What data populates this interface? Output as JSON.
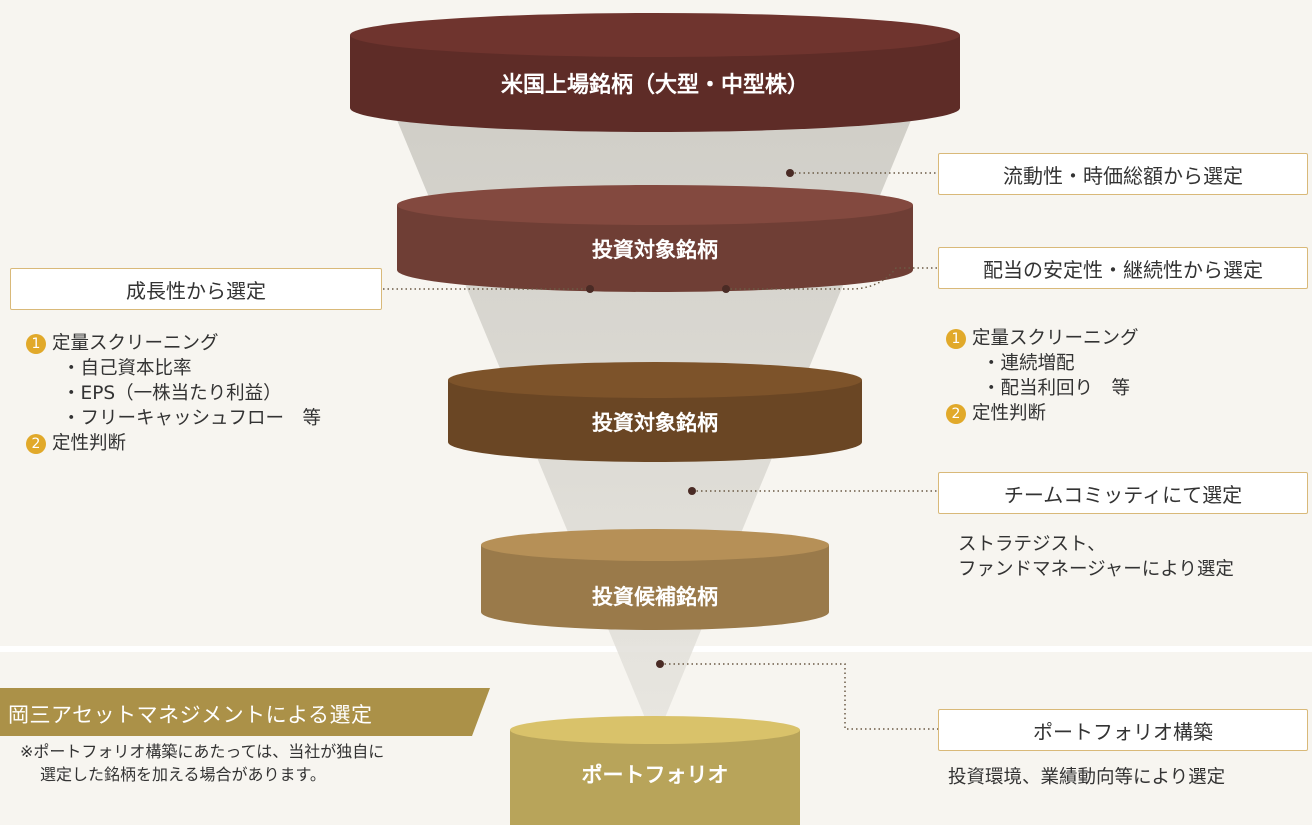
{
  "tiers": [
    {
      "label": "米国上場銘柄（大型・中型株）",
      "color": "#5e2c27"
    },
    {
      "label": "投資対象銘柄",
      "color": "#6f3e35"
    },
    {
      "label": "投資対象銘柄",
      "color": "#6a4624"
    },
    {
      "label": "投資候補銘柄",
      "color": "#9a7a4a"
    },
    {
      "label": "ポートフォリオ",
      "color": "#b8a45a"
    }
  ],
  "criteria": {
    "liquidity": "流動性・時価総額から選定",
    "growth": "成長性から選定",
    "dividend": "配当の安定性・継続性から選定",
    "team": "チームコミッティにて選定",
    "portfolio": "ポートフォリオ構築"
  },
  "growth_details": {
    "item1": "定量スクリーニング",
    "item1_sub": [
      "・自己資本比率",
      "・EPS（一株当たり利益）",
      "・フリーキャッシュフロー　等"
    ],
    "item2": "定性判断"
  },
  "dividend_details": {
    "item1": "定量スクリーニング",
    "item1_sub": [
      "・連続増配",
      "・配当利回り　等"
    ],
    "item2": "定性判断"
  },
  "team_details": [
    "ストラテジスト、",
    "ファンドマネージャーにより選定"
  ],
  "portfolio_details": "投資環境、業績動向等により選定",
  "numbers": [
    "1",
    "2"
  ],
  "banner": "岡三アセットマネジメントによる選定",
  "note": [
    "※ポートフォリオ構築にあたっては、当社が独自に",
    "選定した銘柄を加える場合があります。"
  ]
}
